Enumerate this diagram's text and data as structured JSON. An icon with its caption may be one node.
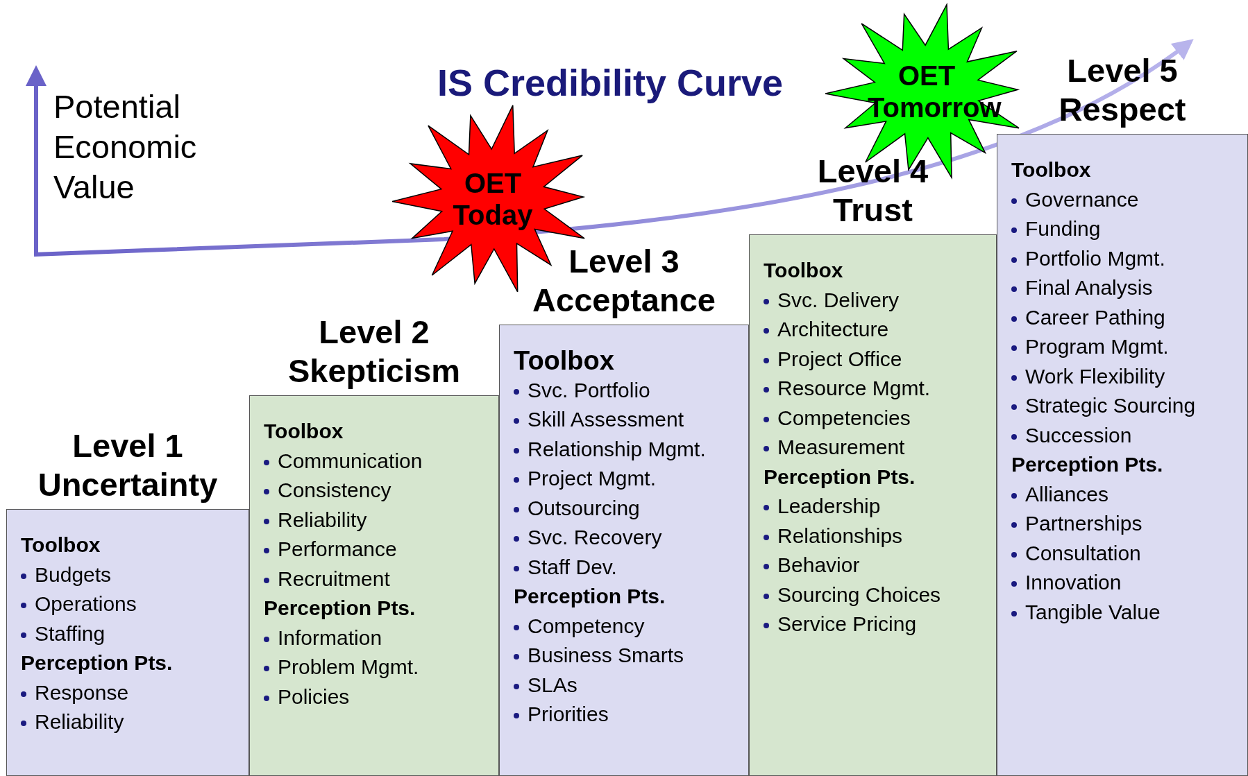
{
  "diagram": {
    "title": "IS Credibility Curve",
    "nodes": [
      {
        "text": [
          "Level 1 Uncertainty",
          "Toolbox",
          "Budgets",
          "Operations",
          "Staffing",
          "Perception Pts.",
          "Response",
          "Reliability"
        ]
      },
      {
        "text": [
          "Level 2 Skepticism",
          "Toolbox",
          "Communication",
          "Consistency",
          "Reliability",
          "Performance",
          "Recruitment",
          "Perception Pts.",
          "Information",
          "Problem Mgmt.",
          "Policies"
        ]
      },
      {
        "text": [
          "Level 3 Acceptance",
          "Toolbox",
          "Svc. Portfolio",
          "Skill Assessment",
          "Relationship Mgmt.",
          "Project Mgmt.",
          "Outsourcing",
          "Svc. Recovery",
          "Staff Dev.",
          "Perception Pts.",
          "Competency",
          "Business Smarts",
          "SLAs",
          "Priorities"
        ]
      },
      {
        "text": [
          "Level 4 Trust",
          "Toolbox",
          "Svc. Delivery",
          "Architecture",
          "Project Office",
          "Resource Mgmt.",
          "Competencies",
          "Measurement",
          "Perception Pts.",
          "Leadership",
          "Relationships",
          "Behavior",
          "Sourcing Choices",
          "Service Pricing"
        ]
      },
      {
        "text": [
          "Level 5 Respect",
          "Toolbox",
          "Governance",
          "Funding",
          "Portfolio Mgmt.",
          "Final Analysis",
          "Career Pathing",
          "Program Mgmt.",
          "Work Flexibility",
          "Strategic Sourcing",
          "Succession",
          "Perception Pts.",
          "Alliances",
          "Partnerships",
          "Consultation",
          "Innovation",
          "Tangible Value"
        ]
      },
      {
        "text": [
          "OET Today"
        ]
      },
      {
        "text": [
          "OET Tomorrow"
        ]
      }
    ],
    "labels": [
      "Potential Economic Value"
    ]
  }
}
